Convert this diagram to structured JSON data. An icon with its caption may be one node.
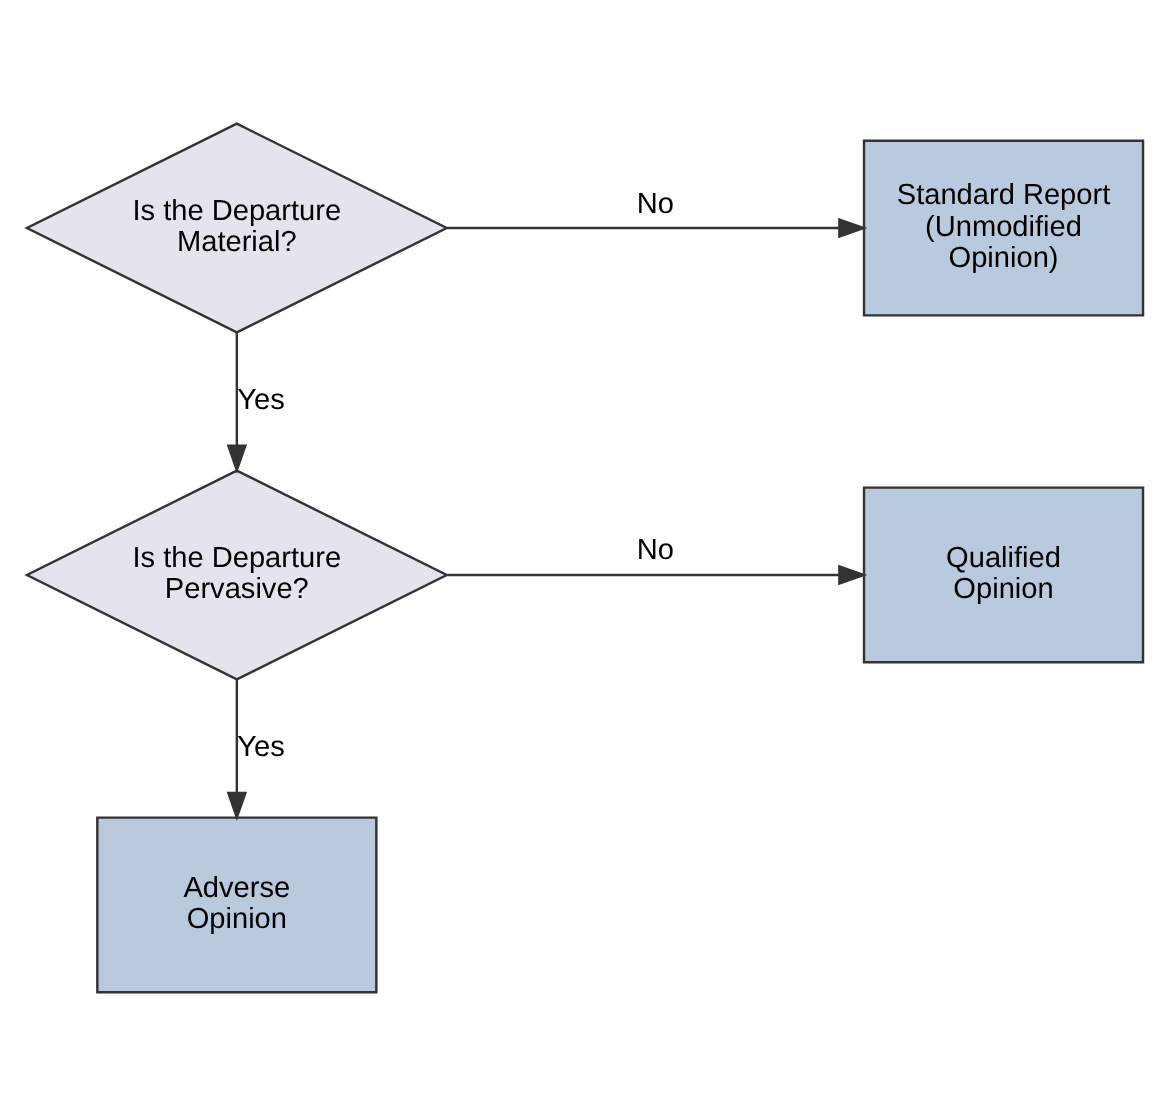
{
  "diagram": {
    "nodes": [
      {
        "text": [
          "Is the Departure Material?"
        ]
      },
      {
        "text": [
          "Standard Report (Unmodified Opinion)"
        ]
      },
      {
        "text": [
          "Is the Departure Pervasive?"
        ]
      },
      {
        "text": [
          "Qualified Opinion"
        ]
      },
      {
        "text": [
          "Adverse Opinion"
        ]
      }
    ],
    "edges": [
      {
        "from": 0,
        "to": 1,
        "label": "No",
        "arrow": "to"
      },
      {
        "from": 0,
        "to": 2,
        "label": "Yes",
        "arrow": "to"
      },
      {
        "from": 2,
        "to": 3,
        "label": "No",
        "arrow": "to"
      },
      {
        "from": 2,
        "to": 4,
        "label": "Yes",
        "arrow": "to"
      }
    ]
  }
}
